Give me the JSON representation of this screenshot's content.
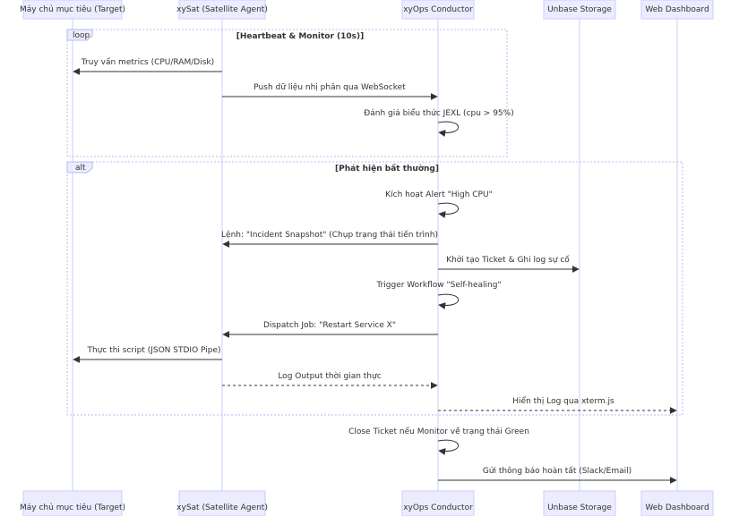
{
  "actors": [
    {
      "id": "target",
      "label": "Máy chủ mục tiêu (Target)"
    },
    {
      "id": "xysat",
      "label": "xySat (Satellite Agent)"
    },
    {
      "id": "conductor",
      "label": "xyOps Conductor"
    },
    {
      "id": "storage",
      "label": "Unbase Storage"
    },
    {
      "id": "dashboard",
      "label": "Web Dashboard"
    }
  ],
  "fragments": [
    {
      "kind": "loop",
      "condition": "[Heartbeat & Monitor (10s)]"
    },
    {
      "kind": "alt",
      "condition": "[Phát hiện bất thường]"
    }
  ],
  "messages": [
    {
      "from": "xysat",
      "to": "target",
      "label": "Truy vấn metrics (CPU/RAM/Disk)",
      "style": "solid"
    },
    {
      "from": "xysat",
      "to": "conductor",
      "label": "Push dữ liệu nhị phân qua WebSocket",
      "style": "solid"
    },
    {
      "from": "conductor",
      "to": "conductor",
      "label": "Đánh giá biểu thức JEXL (cpu > 95%)",
      "style": "solid"
    },
    {
      "from": "conductor",
      "to": "conductor",
      "label": "Kích hoạt Alert \"High CPU\"",
      "style": "solid"
    },
    {
      "from": "conductor",
      "to": "xysat",
      "label": "Lệnh: \"Incident Snapshot\" (Chụp trạng thái tiến trình)",
      "style": "solid"
    },
    {
      "from": "conductor",
      "to": "storage",
      "label": "Khởi tạo Ticket & Ghi log sự cố",
      "style": "solid"
    },
    {
      "from": "conductor",
      "to": "conductor",
      "label": "Trigger Workflow \"Self-healing\"",
      "style": "solid"
    },
    {
      "from": "conductor",
      "to": "xysat",
      "label": "Dispatch Job: \"Restart Service X\"",
      "style": "solid"
    },
    {
      "from": "xysat",
      "to": "target",
      "label": "Thực thi script (JSON STDIO Pipe)",
      "style": "solid"
    },
    {
      "from": "xysat",
      "to": "conductor",
      "label": "Log Output thời gian thực",
      "style": "dotted"
    },
    {
      "from": "conductor",
      "to": "dashboard",
      "label": "Hiển thị Log qua xterm.js",
      "style": "dotted"
    },
    {
      "from": "conductor",
      "to": "conductor",
      "label": "Close Ticket nếu Monitor về trạng thái Green",
      "style": "solid"
    },
    {
      "from": "conductor",
      "to": "dashboard",
      "label": "Gửi thông báo hoàn tất (Slack/Email)",
      "style": "solid"
    }
  ],
  "colors": {
    "actor_fill": "#ECECFF",
    "actor_border": "#CCCCFF",
    "frame_border": "#B8B8F0",
    "line": "#333333",
    "text": "#333333"
  }
}
